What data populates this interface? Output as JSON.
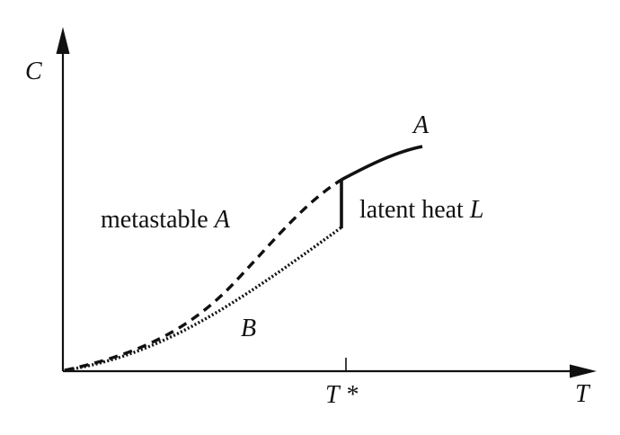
{
  "labels": {
    "y_axis": "C",
    "x_axis": "T",
    "t_star_symbol": "T",
    "t_star_mark": "*",
    "curve_a": "A",
    "curve_b": "B",
    "metastable_text": "metastable ",
    "metastable_symbol": "A",
    "latent_text": "latent heat ",
    "latent_symbol": "L"
  },
  "colors": {
    "ink": "#111111",
    "background": "#ffffff"
  }
}
